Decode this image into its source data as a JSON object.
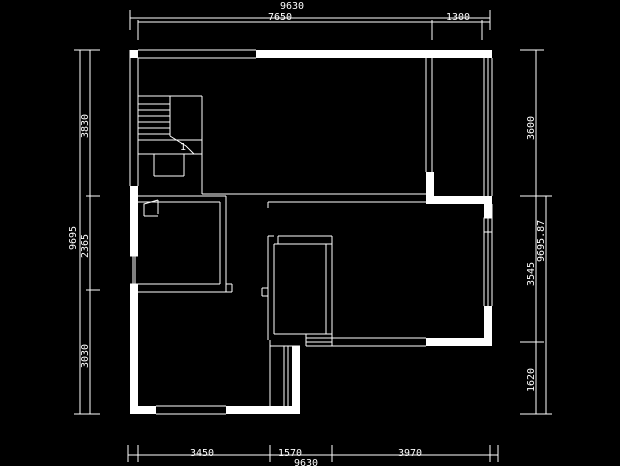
{
  "drawing": {
    "background": "#000000",
    "line_color": "#ffffff",
    "dimensions": {
      "top_overall": "9630",
      "top_left": "7650",
      "top_right": "1300",
      "bottom_left": "3450",
      "bottom_mid": "1570",
      "bottom_right": "3970",
      "bottom_overall": "9630",
      "left_overall": "9695",
      "left_top": "3830",
      "left_mid": "2365",
      "left_bottom": "3030",
      "right_top": "3600",
      "right_mid": "3545",
      "right_overall": "9695.87",
      "right_bottom": "1620"
    },
    "stair_label": "1"
  }
}
